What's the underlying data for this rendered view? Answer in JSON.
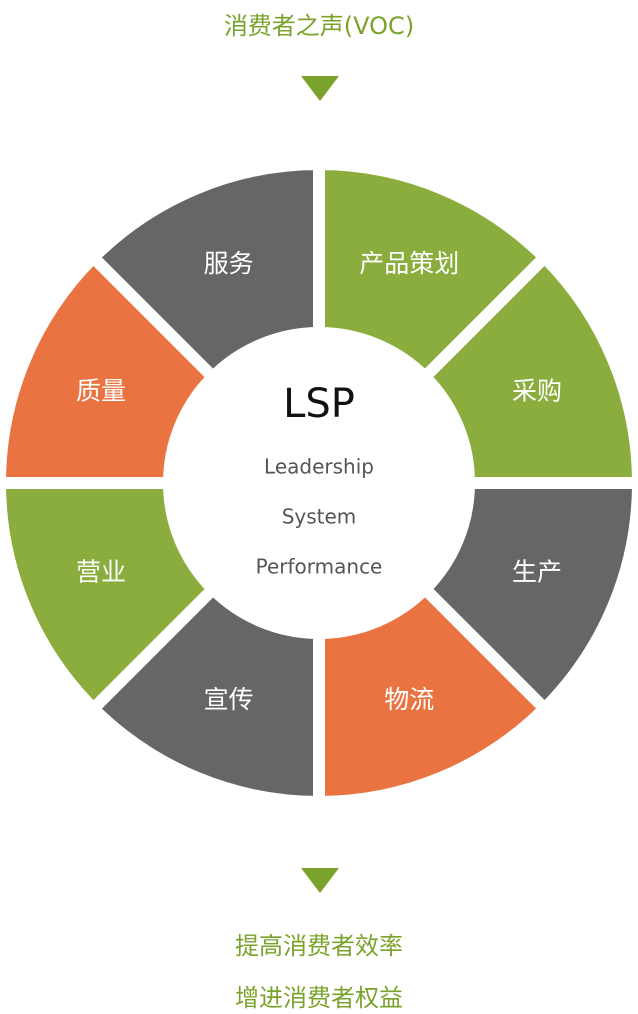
{
  "top_title": "消费者之声(VOC)",
  "center": {
    "title": "LSP",
    "lines": [
      "Leadership",
      "System",
      "Performance"
    ]
  },
  "segments": [
    {
      "label": "产品策划",
      "color": "#8aad3d"
    },
    {
      "label": "采购",
      "color": "#8aad3d"
    },
    {
      "label": "生产",
      "color": "#666666"
    },
    {
      "label": "物流",
      "color": "#ea7441"
    },
    {
      "label": "宣传",
      "color": "#666666"
    },
    {
      "label": "营业",
      "color": "#8aad3d"
    },
    {
      "label": "质量",
      "color": "#ea7441"
    },
    {
      "label": "服务",
      "color": "#666666"
    }
  ],
  "bottom_lines": [
    "提高消费者效率",
    "增进消费者权益"
  ],
  "arrow_color": "#7aa32b"
}
